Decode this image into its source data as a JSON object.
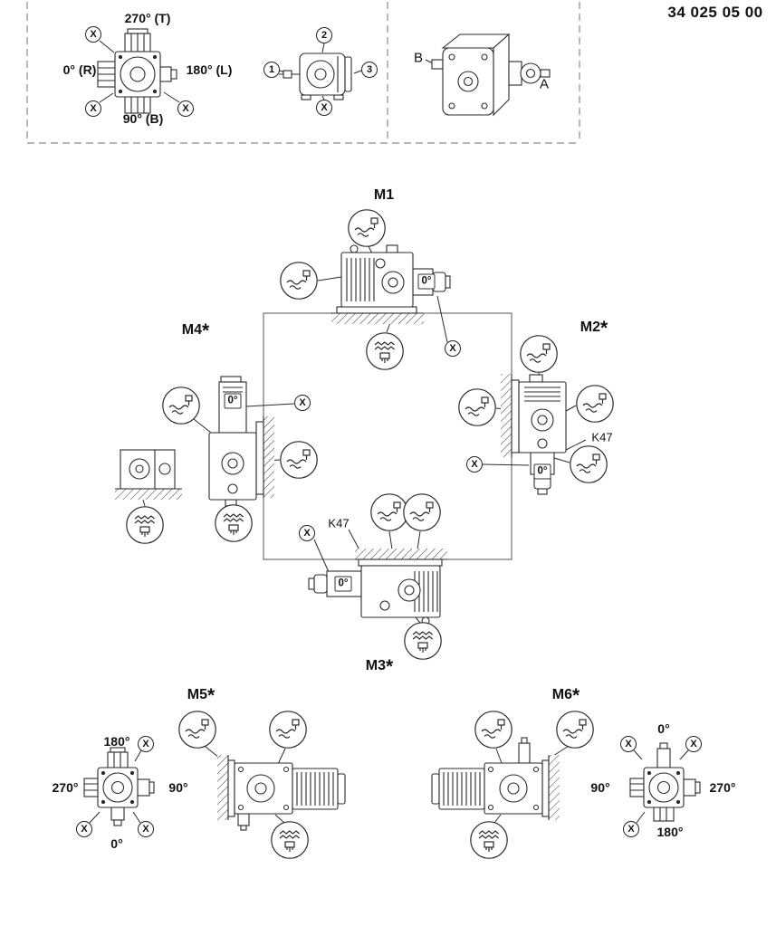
{
  "doc_number": "34 025 05 00",
  "x_marker": "X",
  "star": "*",
  "zero_degree": "0°",
  "k47": "K47",
  "legend": {
    "angle_top": "270° (T)",
    "angle_left": "0° (R)",
    "angle_right": "180° (L)",
    "angle_bottom": "90° (B)",
    "motor_positions": [
      "1",
      "2",
      "3"
    ],
    "label_a": "A",
    "label_b": "B"
  },
  "positions": {
    "m1": "M1",
    "m2": "M2",
    "m3": "M3",
    "m4": "M4",
    "m5": "M5",
    "m6": "M6"
  },
  "m5_angles": {
    "top": "180°",
    "left": "270°",
    "right": "90°",
    "bottom": "0°"
  },
  "m6_angles": {
    "top": "0°",
    "left": "90°",
    "right": "270°",
    "bottom": "180°"
  },
  "icons": {
    "oil_level": "oil-plug-icon",
    "breather": "breather-plug-icon",
    "x_position": "x-marker-badge"
  },
  "colors": {
    "line": "#2b2b2b",
    "frame_dash": "#8c8c8c"
  }
}
